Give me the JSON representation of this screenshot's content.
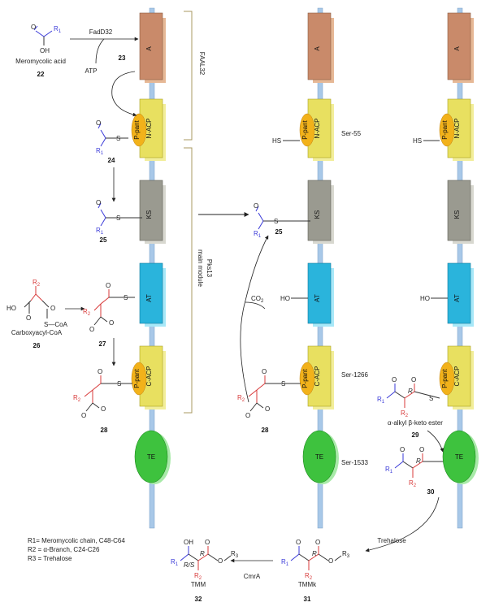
{
  "labels": {
    "r1": "R",
    "r1_sub": "1",
    "r2": "R",
    "r2_sub": "2",
    "oh": "OH",
    "o": "O",
    "s": "S",
    "ho": "HO",
    "hs": "HS",
    "o_minus": "O",
    "meromycolic_acid": "Meromycolic acid",
    "fadd32": "FadD32",
    "atp": "ATP",
    "faal32": "FAAL32",
    "pks13": "Pks13",
    "main_module": "main module",
    "carboxyacyl_coa": "Carboxyacyl-CoA",
    "s_coa": "S—CoA",
    "co2": "CO",
    "co2_sub": "2",
    "ser55": "Ser-55",
    "ser1266": "Ser-1266",
    "ser1533": "Ser-1533",
    "alpha_alkyl": "α-alkyl β-keto ester",
    "trehalose": "Trehalose",
    "cmra": "CmrA",
    "tmm": "TMM",
    "tmmk": "TMMk",
    "r_stereo": "R",
    "rs_stereo": "R/S",
    "r3": "R",
    "r3_sub": "3"
  },
  "domains": {
    "a": "A",
    "n_acp": "N-ACP",
    "ks": "KS",
    "at": "AT",
    "c_acp": "C-ACP",
    "te": "TE",
    "ppant": "P-pant"
  },
  "compounds": {
    "c22": "22",
    "c23": "23",
    "c24": "24",
    "c25": "25",
    "c25b": "25",
    "c26": "26",
    "c27": "27",
    "c28": "28",
    "c28b": "28",
    "c29": "29",
    "c30": "30",
    "c31": "31",
    "c32": "32"
  },
  "legend": {
    "r1_def": "R1= Meromycolic chain, C48-C64",
    "r2_def": "R2 = α-Branch, C24-C26",
    "r3_def": "R3 = Trehalose"
  },
  "colors": {
    "a_domain": "#c98a6a",
    "acp_domain": "#e8e060",
    "ks_domain": "#9a9a90",
    "at_domain": "#2ab4dc",
    "te_domain": "#3ec23e",
    "ppant": "#f2b21a",
    "backbone": "#a8c8e8",
    "blue": "#3a3ad8",
    "red": "#d83a3a"
  }
}
